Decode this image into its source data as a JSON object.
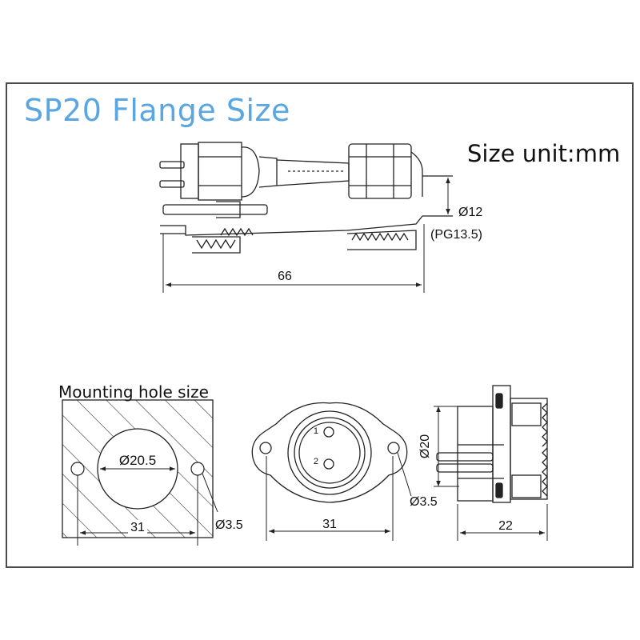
{
  "title": "SP20 Flange Size",
  "unit_label": "Size unit:mm",
  "top_view": {
    "length_label": "66",
    "diameter_label": "Ø12",
    "thread_label": "(PG13.5)"
  },
  "mounting_hole": {
    "heading": "Mounting hole size",
    "hole_label": "Ø20.5",
    "spacing_label": "31",
    "screw_label": "Ø3.5"
  },
  "front_view": {
    "pin_1": "1",
    "pin_2": "2",
    "spacing_label": "31",
    "screw_label": "Ø3.5"
  },
  "side_view": {
    "diameter_label": "Ø20",
    "length_label": "22"
  },
  "colors": {
    "title": "#5aa6e0",
    "line": "#222222",
    "frame": "#4a4a4a"
  }
}
